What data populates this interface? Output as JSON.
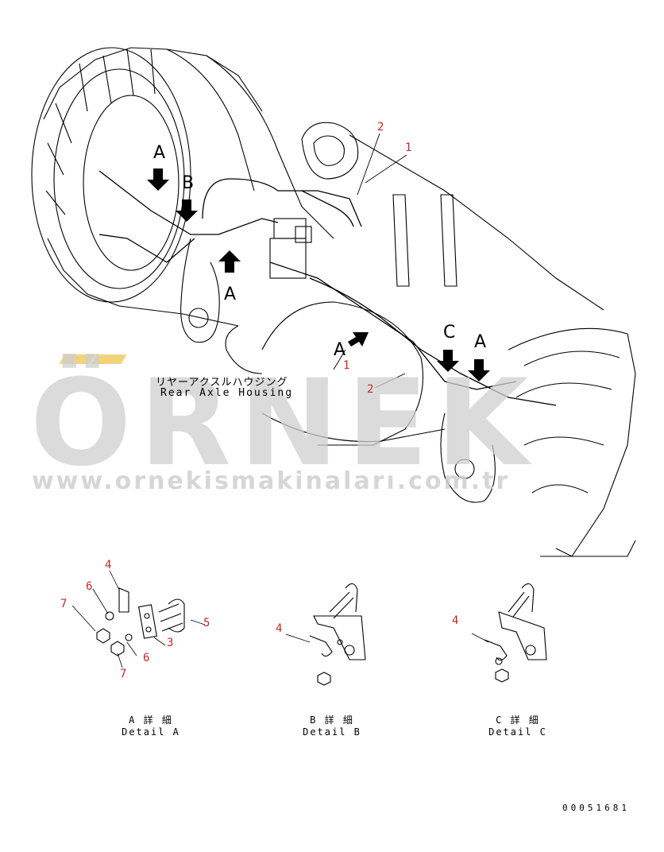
{
  "housing_label": {
    "jp": "リヤーアクスルハウジング",
    "en": "Rear Axle Housing"
  },
  "main_callouts": {
    "top_2": "2",
    "top_1": "1",
    "mid_1": "1",
    "mid_2": "2"
  },
  "arrow_letters": {
    "a_top_left": "A",
    "b_top": "B",
    "a_below_bracket": "A",
    "a_center": "A",
    "c_right": "C",
    "a_right": "A"
  },
  "detail_a": {
    "callouts": {
      "p4": "4",
      "p6_top": "6",
      "p7_top": "7",
      "p5": "5",
      "p3": "3",
      "p6_bottom": "6",
      "p7_bottom": "7"
    },
    "caption_jp": "A 詳 細",
    "caption_en": "Detail A"
  },
  "detail_b": {
    "callouts": {
      "p4": "4"
    },
    "caption_jp": "B 詳 細",
    "caption_en": "Detail B"
  },
  "detail_c": {
    "callouts": {
      "p4": "4"
    },
    "caption_jp": "C 詳 細",
    "caption_en": "Detail C"
  },
  "watermark": {
    "brand": "ÖRNEK",
    "url": "www.ornekismakinaları.com.tr"
  },
  "document_number": "00051681",
  "colors": {
    "callout": "#c62828",
    "line": "#000000",
    "watermark": "#cfcfcf",
    "accent": "#f1d37a"
  }
}
